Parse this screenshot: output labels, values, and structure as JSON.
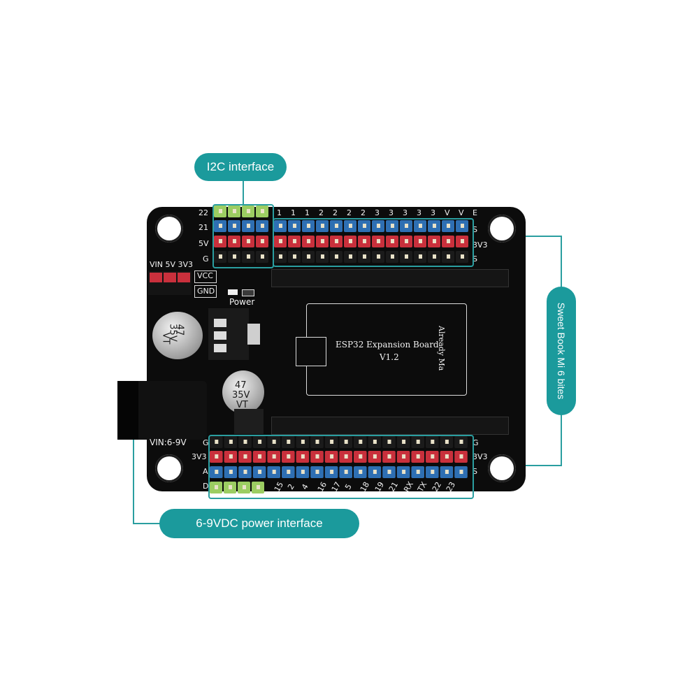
{
  "callouts": {
    "i2c": "I2C interface",
    "power": "6-9VDC power interface",
    "side": "Sweet Book Mi 6 bites"
  },
  "board": {
    "title": "ESP32 Expansion Board",
    "version": "V1.2",
    "module_note": "Already Ma",
    "power_led": "Power",
    "vin_label": "VIN:6-9V",
    "vcc_label": "VCC",
    "gnd_label": "GND",
    "power_select_label": "VIN 5V 3V3",
    "left_top_rows": [
      "22",
      "21",
      "5V",
      "G"
    ],
    "left_bottom_rows": [
      "G",
      "3V3",
      "A",
      "D"
    ],
    "right_top_rows": [
      "S",
      "3V3",
      "S"
    ],
    "right_bottom_rows": [
      "G",
      "3V3",
      "S"
    ],
    "top_pins": [
      "1",
      "1",
      "1",
      "2",
      "2",
      "2",
      "2",
      "3",
      "3",
      "3",
      "3",
      "3",
      "V",
      "V",
      "E"
    ],
    "bottom_pins": [
      "15",
      "2",
      "4",
      "16",
      "17",
      "5",
      "18",
      "19",
      "21",
      "RX",
      "TX",
      "22",
      "23"
    ],
    "cap1": {
      "value": "47",
      "voltage": "35V",
      "series": "VT"
    },
    "cap2": {
      "value": "47",
      "voltage": "35V",
      "series": "VT"
    }
  },
  "colors": {
    "callout": "#1b9a9c",
    "board": "#0c0c0c",
    "header_blue": "#2e6fb3",
    "header_red": "#c9303c",
    "header_green": "#9ccd62"
  }
}
